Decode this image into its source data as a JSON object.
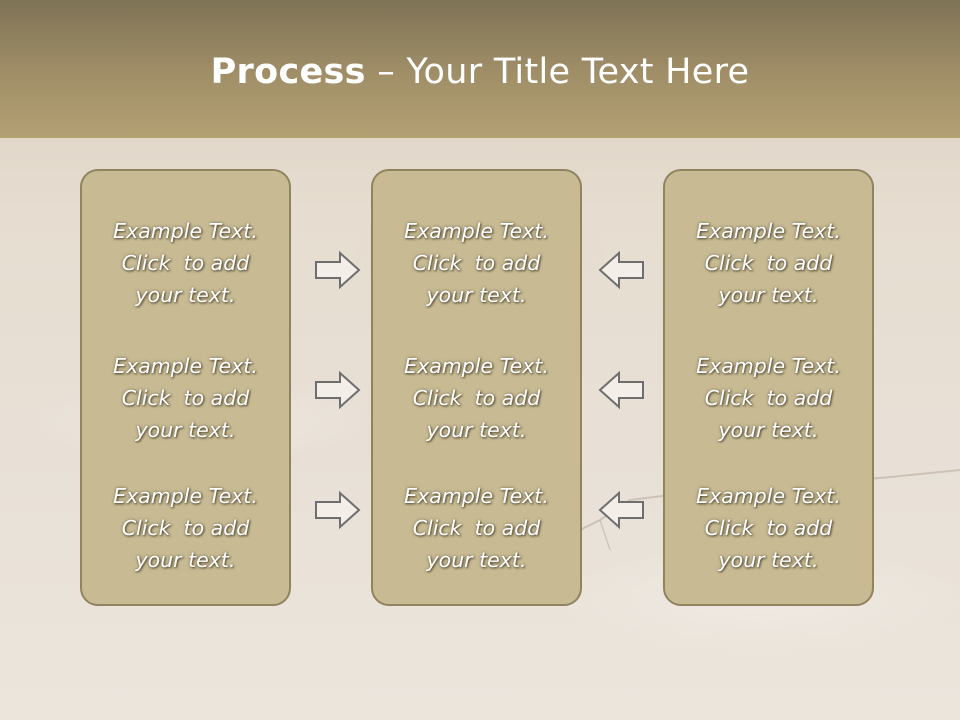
{
  "slide": {
    "title_bold": "Process",
    "title_dash": " – ",
    "title_rest": "Your Title Text Here"
  },
  "columns": [
    {
      "items": [
        {
          "line1": "Example Text.",
          "line2": "Click  to add",
          "line3": "your text."
        },
        {
          "line1": "Example Text.",
          "line2": "Click  to add",
          "line3": "your text."
        },
        {
          "line1": "Example Text.",
          "line2": "Click  to add",
          "line3": "your text."
        }
      ]
    },
    {
      "items": [
        {
          "line1": "Example Text.",
          "line2": "Click  to add",
          "line3": "your text."
        },
        {
          "line1": "Example Text.",
          "line2": "Click  to add",
          "line3": "your text."
        },
        {
          "line1": "Example Text.",
          "line2": "Click  to add",
          "line3": "your text."
        }
      ]
    },
    {
      "items": [
        {
          "line1": "Example Text.",
          "line2": "Click  to add",
          "line3": "your text."
        },
        {
          "line1": "Example Text.",
          "line2": "Click  to add",
          "line3": "your text."
        },
        {
          "line1": "Example Text.",
          "line2": "Click  to add",
          "line3": "your text."
        }
      ]
    }
  ],
  "arrows": {
    "left_group": "right-arrow-icon",
    "right_group": "left-arrow-icon"
  },
  "colors": {
    "header": "#a18f68",
    "box_fill": "#c8bb94",
    "box_border": "#8f8460",
    "text": "#ffffff"
  }
}
